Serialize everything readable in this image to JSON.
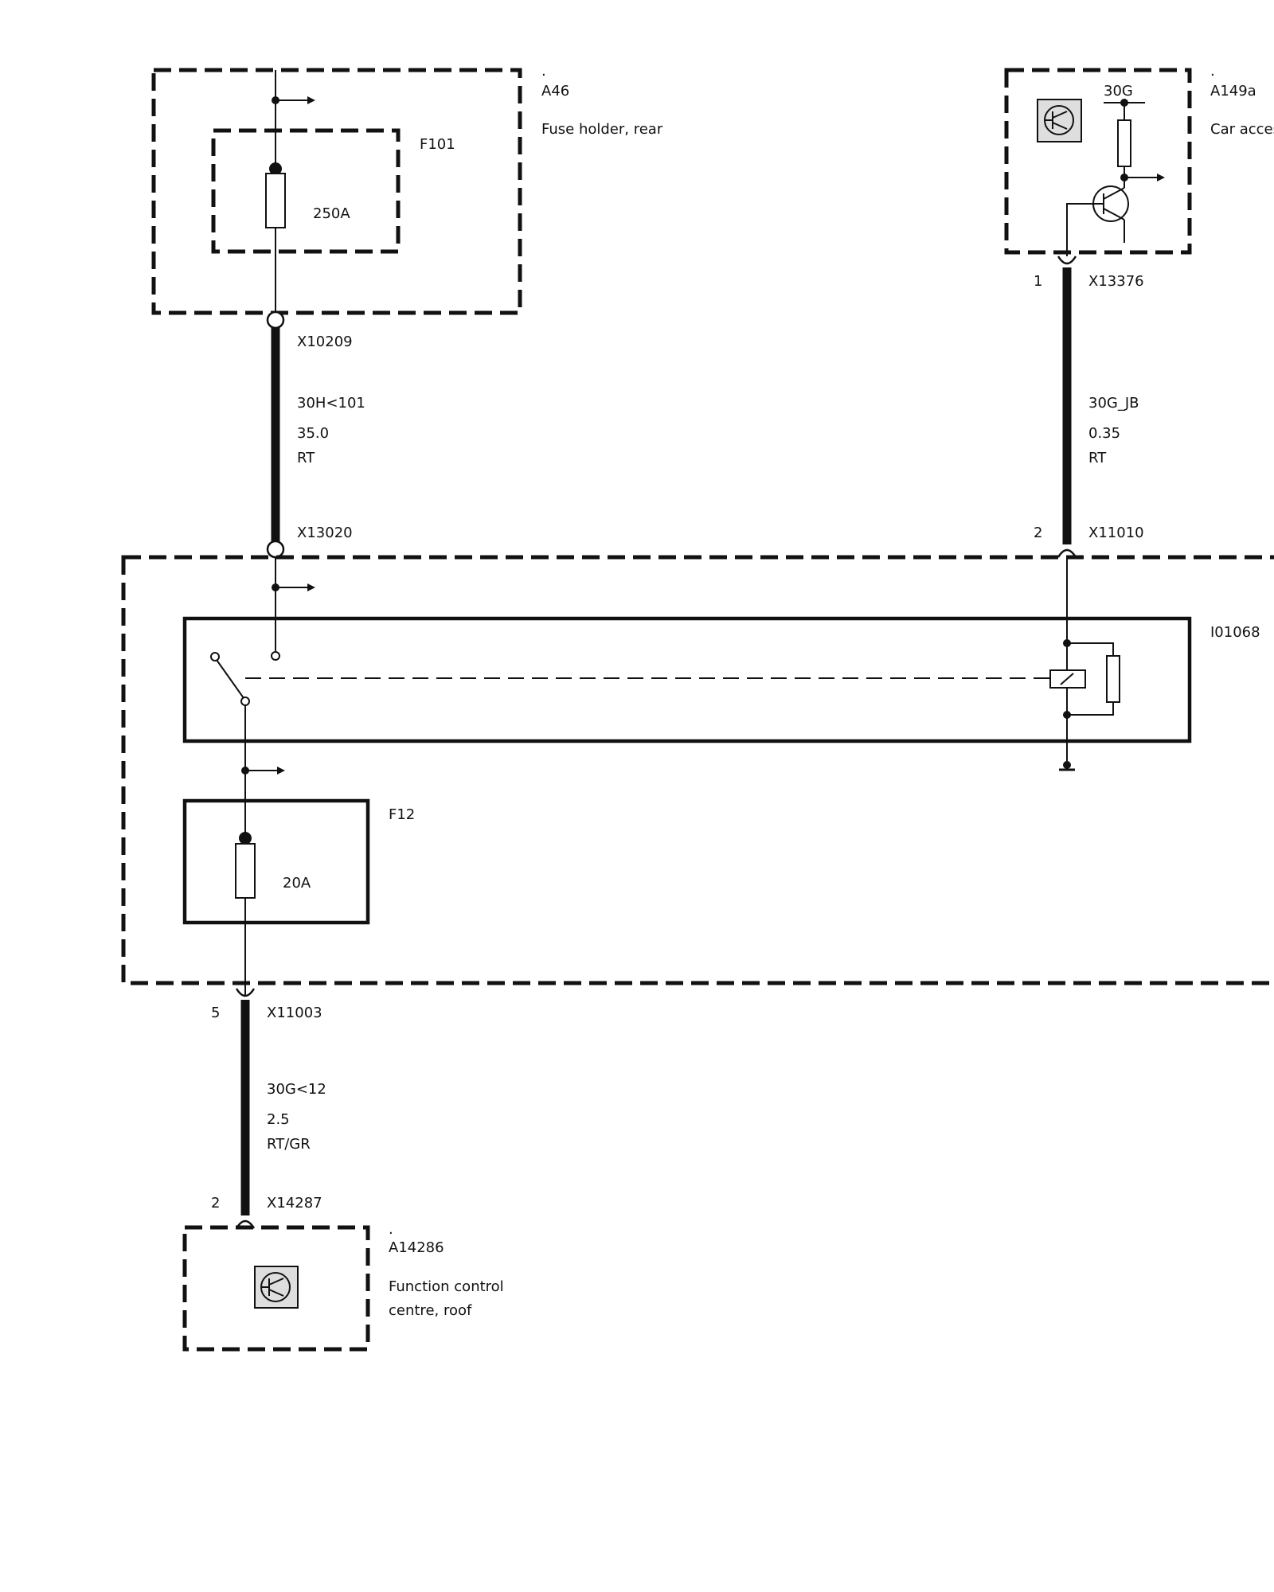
{
  "components": {
    "a46": {
      "dot": ".",
      "id": "A46",
      "name": "Fuse holder, rear"
    },
    "f101": {
      "id": "F101",
      "rating": "250A"
    },
    "a149a": {
      "dot": ".",
      "id": "A149a",
      "name": "Car acces",
      "terminal": "30G"
    },
    "i01068": {
      "id": "I01068"
    },
    "f12": {
      "id": "F12",
      "rating": "20A"
    },
    "a14286": {
      "dot": ".",
      "id": "A14286",
      "name_line1": "Function control",
      "name_line2": "centre, roof"
    }
  },
  "connectors": {
    "x10209": "X10209",
    "x13020": "X13020",
    "x13376": {
      "id": "X13376",
      "pin": "1"
    },
    "x11010": {
      "id": "X11010",
      "pin": "2"
    },
    "x11003": {
      "id": "X11003",
      "pin": "5"
    },
    "x14287": {
      "id": "X14287",
      "pin": "2"
    }
  },
  "wires": {
    "left": {
      "signal": "30H<101",
      "cross_section": "35.0",
      "color": "RT"
    },
    "right": {
      "signal": "30G_JB",
      "cross_section": "0.35",
      "color": "RT"
    },
    "bottom": {
      "signal": "30G<12",
      "cross_section": "2.5",
      "color": "RT/GR"
    }
  }
}
